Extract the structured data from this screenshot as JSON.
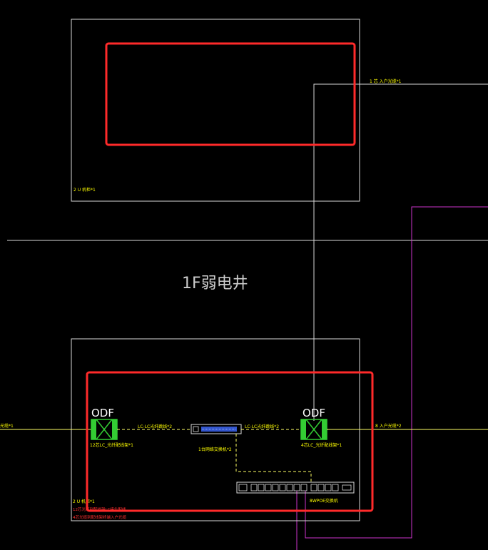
{
  "colors": {
    "background": "#000000",
    "frame": "#d9d9d9",
    "yellow_line": "#ffff66",
    "yellow_text": "#ffff00",
    "green_odf": "#33cc33",
    "red_highlight": "#ff2a2a",
    "red_text": "#ff3030",
    "magenta_line": "#cc33cc",
    "white_text": "#e0e0e0"
  },
  "upper_room": {
    "top_right_cable_label": "1 芯 入户光缆*1",
    "bottom_left_label": "2 U 机柜*1"
  },
  "shaft": {
    "title": "1F弱电井"
  },
  "lower_room": {
    "left_in_label": "光缆*1",
    "left_odf": {
      "title": "ODF",
      "label": "12芯LC_光纤配线架*1"
    },
    "jumper_left_label": "LC-LC光纤跳线*2",
    "switch_label": "1台网络交换机*2",
    "jumper_right_label": "LC-LC光纤跳线*2",
    "right_odf": {
      "title": "ODF",
      "label": "4芯LC_光纤配线架*1"
    },
    "right_out_label": "8 入户光缆*2",
    "poe_switch_label": "8WPOE交换机",
    "cabinet_label": "2 U 机柜*1",
    "notes": [
      "12芯光缆到配线架LC接头配线",
      "4芯光缆到配线架终端入户光缆"
    ]
  }
}
